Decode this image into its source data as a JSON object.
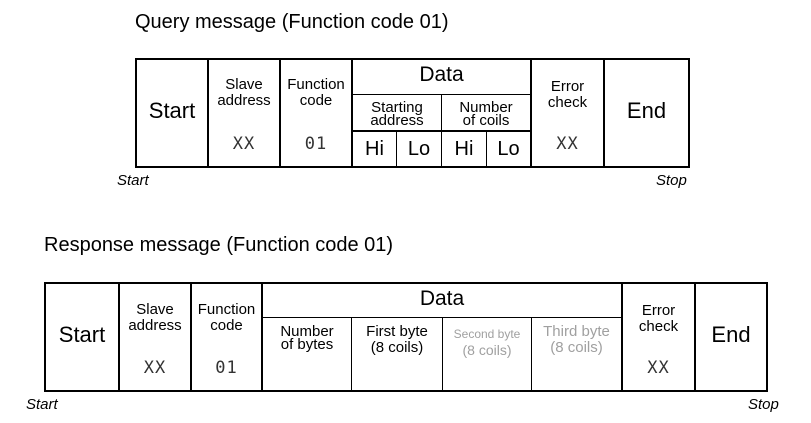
{
  "query": {
    "title": "Query message (Function code 01)",
    "start_field": "Start",
    "slave_label_1": "Slave",
    "slave_label_2": "address",
    "slave_value": "XX",
    "function_label_1": "Function",
    "function_label_2": "code",
    "function_value": "01",
    "data_label": "Data",
    "starting_label_1": "Starting",
    "starting_label_2": "address",
    "number_label_1": "Number",
    "number_label_2": "of coils",
    "hi_1": "Hi",
    "lo_1": "Lo",
    "hi_2": "Hi",
    "lo_2": "Lo",
    "error_label_1": "Error",
    "error_label_2": "check",
    "error_value": "XX",
    "end_field": "End",
    "start_marker": "Start",
    "stop_marker": "Stop"
  },
  "response": {
    "title": "Response message (Function code 01)",
    "start_field": "Start",
    "slave_label_1": "Slave",
    "slave_label_2": "address",
    "slave_value": "XX",
    "function_label_1": "Function",
    "function_label_2": "code",
    "function_value": "01",
    "data_label": "Data",
    "num_bytes_1": "Number",
    "num_bytes_2": "of bytes",
    "first_byte_1": "First byte",
    "first_byte_2": "(8 coils)",
    "second_byte_1": "Second byte",
    "second_byte_2": "(8 coils)",
    "third_byte_1": "Third byte",
    "third_byte_2": "(8 coils)",
    "error_label_1": "Error",
    "error_label_2": "check",
    "error_value": "XX",
    "end_field": "End",
    "start_marker": "Start",
    "stop_marker": "Stop"
  },
  "colors": {
    "line": "#000000",
    "dimmed_text": "#a0a0a0"
  }
}
